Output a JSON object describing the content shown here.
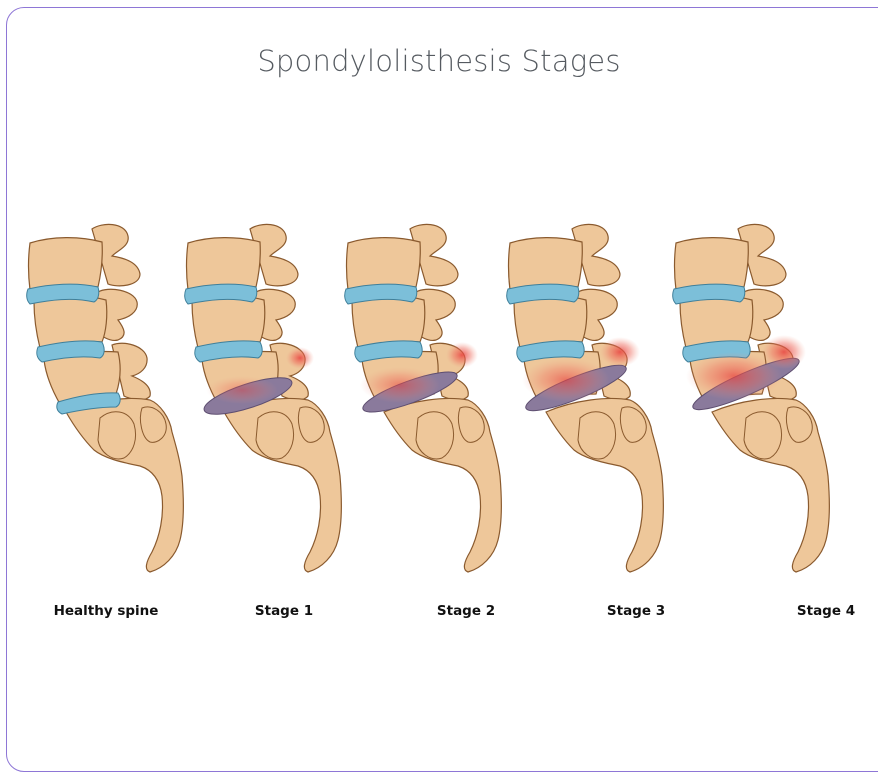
{
  "title": "Spondylolisthesis Stages",
  "colors": {
    "bone_fill": "#eec79a",
    "bone_stroke": "#8a5a2e",
    "disc_healthy": "#7cbfd9",
    "disc_damaged": "#8a7a9c",
    "inflammation": "#e8423f",
    "frame_border": "#8e76d6"
  },
  "stages": [
    {
      "label": "Healthy spine",
      "severity": 0
    },
    {
      "label": "Stage 1",
      "severity": 1
    },
    {
      "label": "Stage 2",
      "severity": 2
    },
    {
      "label": "Stage 3",
      "severity": 3
    },
    {
      "label": "Stage 4",
      "severity": 4
    }
  ]
}
